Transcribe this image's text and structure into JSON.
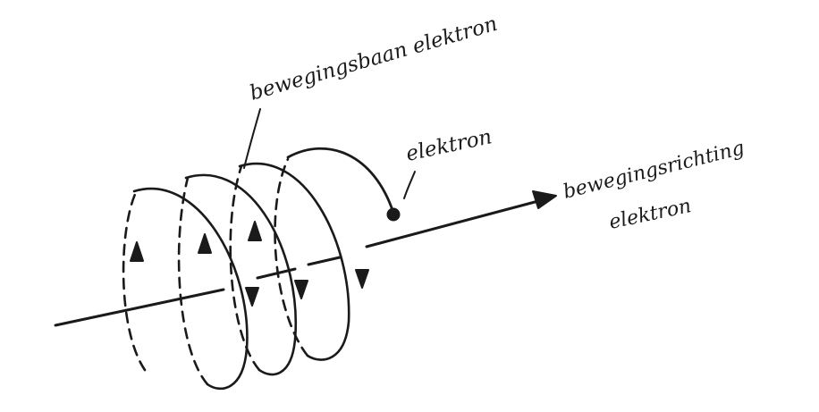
{
  "labels": {
    "path": "bewegingsbaan elektron",
    "electron": "elektron",
    "direction_line1": "bewegingsrichting",
    "direction_line2": "elektron"
  },
  "colors": {
    "ink": "#1a1a1a",
    "background": "#ffffff"
  }
}
